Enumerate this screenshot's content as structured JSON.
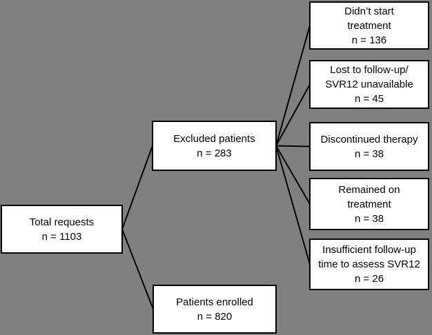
{
  "canvas": {
    "background_color": "#808080",
    "box_fill": "#ffffff",
    "box_border_color": "#000000",
    "connector_color": "#000000",
    "text_color": "#000000"
  },
  "nodes": {
    "total_requests": {
      "lines": [
        "Total requests",
        "n = 1103"
      ]
    },
    "excluded_patients": {
      "lines": [
        "Excluded patients",
        "n = 283"
      ]
    },
    "patients_enrolled": {
      "lines": [
        "Patients enrolled",
        "n = 820"
      ]
    },
    "didnt_start_treatment": {
      "lines": [
        "Didn’t start",
        "treatment",
        "n = 136"
      ]
    },
    "lost_to_follow_up": {
      "lines": [
        "Lost to follow-up/",
        "SVR12 unavailable",
        "n = 45"
      ]
    },
    "discontinued_therapy": {
      "lines": [
        "Discontinued therapy",
        "n = 38"
      ]
    },
    "remained_on_treatment": {
      "lines": [
        "Remained on",
        "treatment",
        "n = 38"
      ]
    },
    "insufficient_follow_up": {
      "lines": [
        "Insufficient follow-up",
        "time to assess SVR12",
        "n = 26"
      ]
    }
  },
  "edges": [
    {
      "from": "total_requests",
      "to": "excluded_patients"
    },
    {
      "from": "total_requests",
      "to": "patients_enrolled"
    },
    {
      "from": "excluded_patients",
      "to": "didnt_start_treatment"
    },
    {
      "from": "excluded_patients",
      "to": "lost_to_follow_up"
    },
    {
      "from": "excluded_patients",
      "to": "discontinued_therapy"
    },
    {
      "from": "excluded_patients",
      "to": "remained_on_treatment"
    },
    {
      "from": "excluded_patients",
      "to": "insufficient_follow_up"
    }
  ]
}
